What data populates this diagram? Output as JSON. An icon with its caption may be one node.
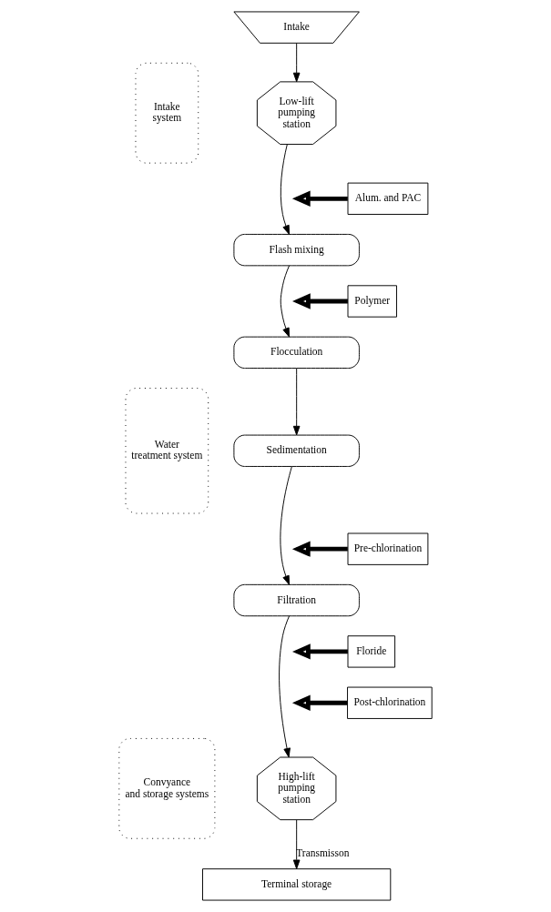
{
  "diagram": {
    "nodes": [
      {
        "text": [
          "Intake system"
        ]
      },
      {
        "text": [
          "Water treatment system"
        ]
      },
      {
        "text": [
          "Convyance and storage systems"
        ]
      },
      {
        "text": [
          "Intake"
        ]
      },
      {
        "text": [
          "Low-lift pumping station"
        ]
      },
      {
        "text": [
          "Alum. and PAC"
        ]
      },
      {
        "text": [
          "Flash mixing"
        ]
      },
      {
        "text": [
          "Polymer"
        ]
      },
      {
        "text": [
          "Flocculation"
        ]
      },
      {
        "text": [
          "Sedimentation"
        ]
      },
      {
        "text": [
          "Pre-chlorination"
        ]
      },
      {
        "text": [
          "Filtration"
        ]
      },
      {
        "text": [
          "Floride"
        ]
      },
      {
        "text": [
          "Post-chlorination"
        ]
      },
      {
        "text": [
          "High-lift pumping station"
        ]
      },
      {
        "text": [
          "Terminal storage"
        ]
      }
    ],
    "edges": [
      {
        "from": 3,
        "to": 4,
        "arrow": "to"
      },
      {
        "from": 5,
        "to": null,
        "arrow": "to",
        "style": "thick"
      },
      {
        "from": 4,
        "to": 6,
        "arrow": "to"
      },
      {
        "from": 7,
        "to": null,
        "arrow": "to",
        "style": "thick"
      },
      {
        "from": 6,
        "to": 8,
        "arrow": "to"
      },
      {
        "from": 8,
        "to": 9,
        "arrow": "to"
      },
      {
        "from": 10,
        "to": null,
        "arrow": "to",
        "style": "thick"
      },
      {
        "from": 9,
        "to": 11,
        "arrow": "to"
      },
      {
        "from": 12,
        "to": null,
        "arrow": "to",
        "style": "thick"
      },
      {
        "from": 13,
        "to": null,
        "arrow": "to",
        "style": "thick"
      },
      {
        "from": 11,
        "to": 14,
        "arrow": "to"
      },
      {
        "from": 14,
        "to": 15,
        "label": "Transmisson",
        "arrow": "to"
      }
    ]
  }
}
